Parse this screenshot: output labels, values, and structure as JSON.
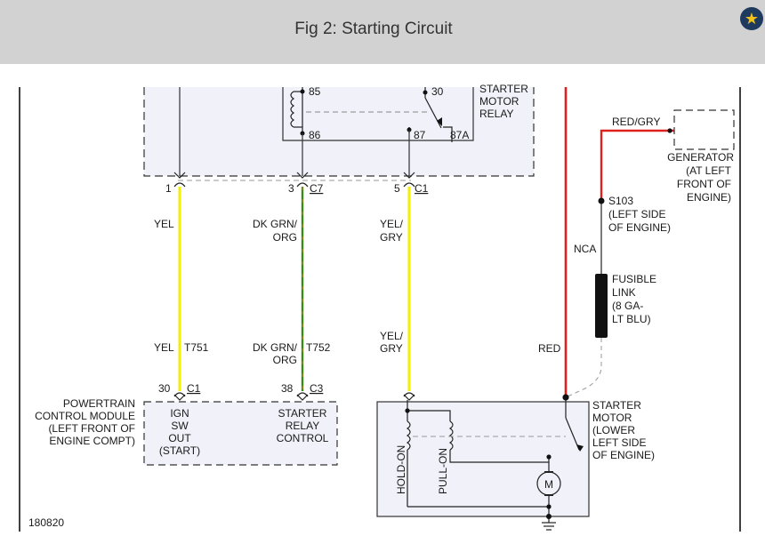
{
  "header": {
    "title": "Fig 2: Starting Circuit",
    "icon": "star-icon"
  },
  "colors": {
    "red_wire": "#e0201c",
    "yellow_wire": "#f0f000",
    "green_wire": "#3a8a1a",
    "box_fill": "#f1f1fa",
    "header_bg": "#d2d2d2",
    "badge": "#1e3a5f",
    "star": "#f2c21a"
  },
  "relay": {
    "pin85": "85",
    "pin86": "86",
    "pin30": "30",
    "pin87": "87",
    "pin87a": "87A",
    "name_l1": "STARTER",
    "name_l2": "MOTOR",
    "name_l3": "RELAY"
  },
  "connectors": {
    "c7_pin1": "1",
    "c7_pin3": "3",
    "c7_label": "C7",
    "c1_pin5": "5",
    "c1_label": "C1",
    "pcm_pin30": "30",
    "pcm_c1": "C1",
    "pcm_pin38": "38",
    "pcm_c3": "C3"
  },
  "wires": {
    "yel": "YEL",
    "yel2": "YEL",
    "t751": "T751",
    "dkgrn_1": "DK GRN/",
    "dkgrn_2": "ORG",
    "dkgrn2_1": "DK GRN/",
    "dkgrn2_2": "ORG",
    "t752": "T752",
    "yelgry_1": "YEL/",
    "yelgry_2": "GRY",
    "yelgry2_1": "YEL/",
    "yelgry2_2": "GRY",
    "redgry": "RED/GRY",
    "nca": "NCA",
    "red": "RED"
  },
  "generator": {
    "l1": "GENERATOR",
    "l2": "(AT LEFT",
    "l3": "FRONT OF",
    "l4": "ENGINE)"
  },
  "splice": {
    "l1": "S103",
    "l2": "(LEFT SIDE",
    "l3": "OF ENGINE)"
  },
  "fusible": {
    "l1": "FUSIBLE",
    "l2": "LINK",
    "l3": "(8 GA-",
    "l4": "LT BLU)"
  },
  "pcm": {
    "name_l1": "POWERTRAIN",
    "name_l2": "CONTROL MODULE",
    "name_l3": "(LEFT FRONT OF",
    "name_l4": "ENGINE COMPT)",
    "ign_l1": "IGN",
    "ign_l2": "SW",
    "ign_l3": "OUT",
    "ign_l4": "(START)",
    "relay_l1": "STARTER",
    "relay_l2": "RELAY",
    "relay_l3": "CONTROL"
  },
  "starter": {
    "name_l1": "STARTER",
    "name_l2": "MOTOR",
    "name_l3": "(LOWER",
    "name_l4": "LEFT SIDE",
    "name_l5": "OF ENGINE)",
    "hold": "HOLD-ON",
    "pull": "PULL-ON",
    "motor": "M"
  },
  "figure_id": "180820"
}
